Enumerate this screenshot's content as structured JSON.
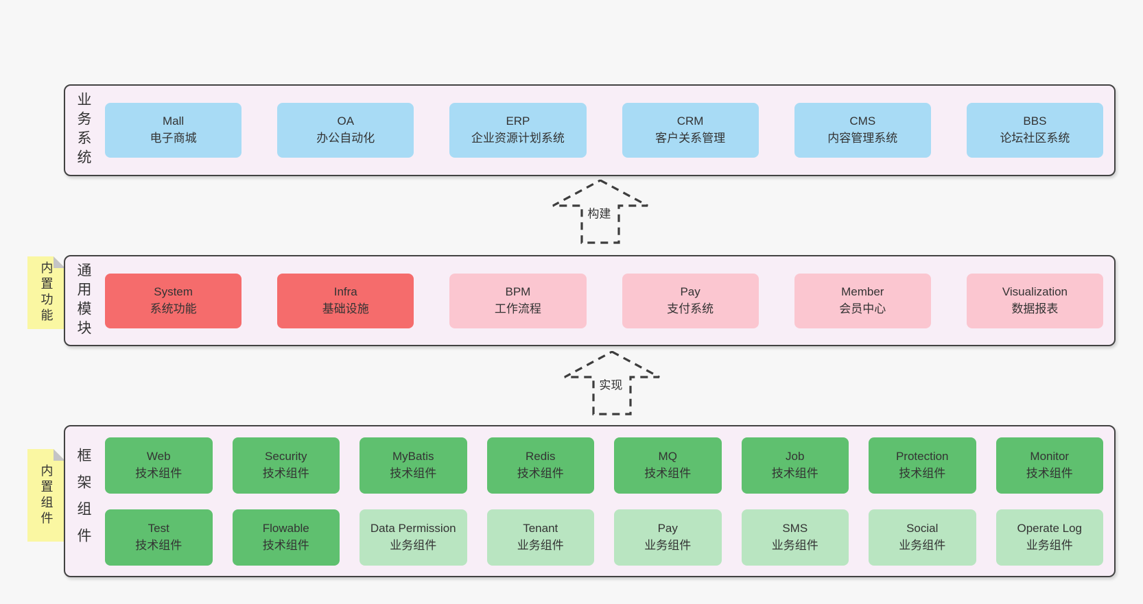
{
  "colors": {
    "pagebg": "#f7f7f7",
    "panelbg": "#f8eef7",
    "blue": "#a8dbf5",
    "red": "#f56c6c",
    "pink": "#fbc6d0",
    "green": "#5fc06f",
    "lightgreen": "#b9e5c1",
    "note": "#faf7a2",
    "fold": "#c4c4c6",
    "border": "#424242"
  },
  "arrows": [
    {
      "label": "构建"
    },
    {
      "label": "实现"
    }
  ],
  "layers": [
    {
      "id": "business-systems",
      "side_label": "业务系统",
      "note": null,
      "rows": [
        [
          {
            "name": "Mall",
            "desc": "电子商城",
            "variant": "blue"
          },
          {
            "name": "OA",
            "desc": "办公自动化",
            "variant": "blue"
          },
          {
            "name": "ERP",
            "desc": "企业资源计划系统",
            "variant": "blue"
          },
          {
            "name": "CRM",
            "desc": "客户关系管理",
            "variant": "blue"
          },
          {
            "name": "CMS",
            "desc": "内容管理系统",
            "variant": "blue"
          },
          {
            "name": "BBS",
            "desc": "论坛社区系统",
            "variant": "blue"
          }
        ]
      ]
    },
    {
      "id": "common-modules",
      "side_label": "通用模块",
      "note": "内置功能",
      "rows": [
        [
          {
            "name": "System",
            "desc": "系统功能",
            "variant": "red"
          },
          {
            "name": "Infra",
            "desc": "基础设施",
            "variant": "red"
          },
          {
            "name": "BPM",
            "desc": "工作流程",
            "variant": "pink"
          },
          {
            "name": "Pay",
            "desc": "支付系统",
            "variant": "pink"
          },
          {
            "name": "Member",
            "desc": "会员中心",
            "variant": "pink"
          },
          {
            "name": "Visualization",
            "desc": "数据报表",
            "variant": "pink"
          }
        ]
      ]
    },
    {
      "id": "framework-components",
      "side_label": "框架组件",
      "note": "内置组件",
      "rows": [
        [
          {
            "name": "Web",
            "desc": "技术组件",
            "variant": "green"
          },
          {
            "name": "Security",
            "desc": "技术组件",
            "variant": "green"
          },
          {
            "name": "MyBatis",
            "desc": "技术组件",
            "variant": "green"
          },
          {
            "name": "Redis",
            "desc": "技术组件",
            "variant": "green"
          },
          {
            "name": "MQ",
            "desc": "技术组件",
            "variant": "green"
          },
          {
            "name": "Job",
            "desc": "技术组件",
            "variant": "green"
          },
          {
            "name": "Protection",
            "desc": "技术组件",
            "variant": "green"
          },
          {
            "name": "Monitor",
            "desc": "技术组件",
            "variant": "green"
          }
        ],
        [
          {
            "name": "Test",
            "desc": "技术组件",
            "variant": "green"
          },
          {
            "name": "Flowable",
            "desc": "技术组件",
            "variant": "green"
          },
          {
            "name": "Data Permission",
            "desc": "业务组件",
            "variant": "lightgreen"
          },
          {
            "name": "Tenant",
            "desc": "业务组件",
            "variant": "lightgreen"
          },
          {
            "name": "Pay",
            "desc": "业务组件",
            "variant": "lightgreen"
          },
          {
            "name": "SMS",
            "desc": "业务组件",
            "variant": "lightgreen"
          },
          {
            "name": "Social",
            "desc": "业务组件",
            "variant": "lightgreen"
          },
          {
            "name": "Operate Log",
            "desc": "业务组件",
            "variant": "lightgreen"
          }
        ]
      ]
    }
  ]
}
